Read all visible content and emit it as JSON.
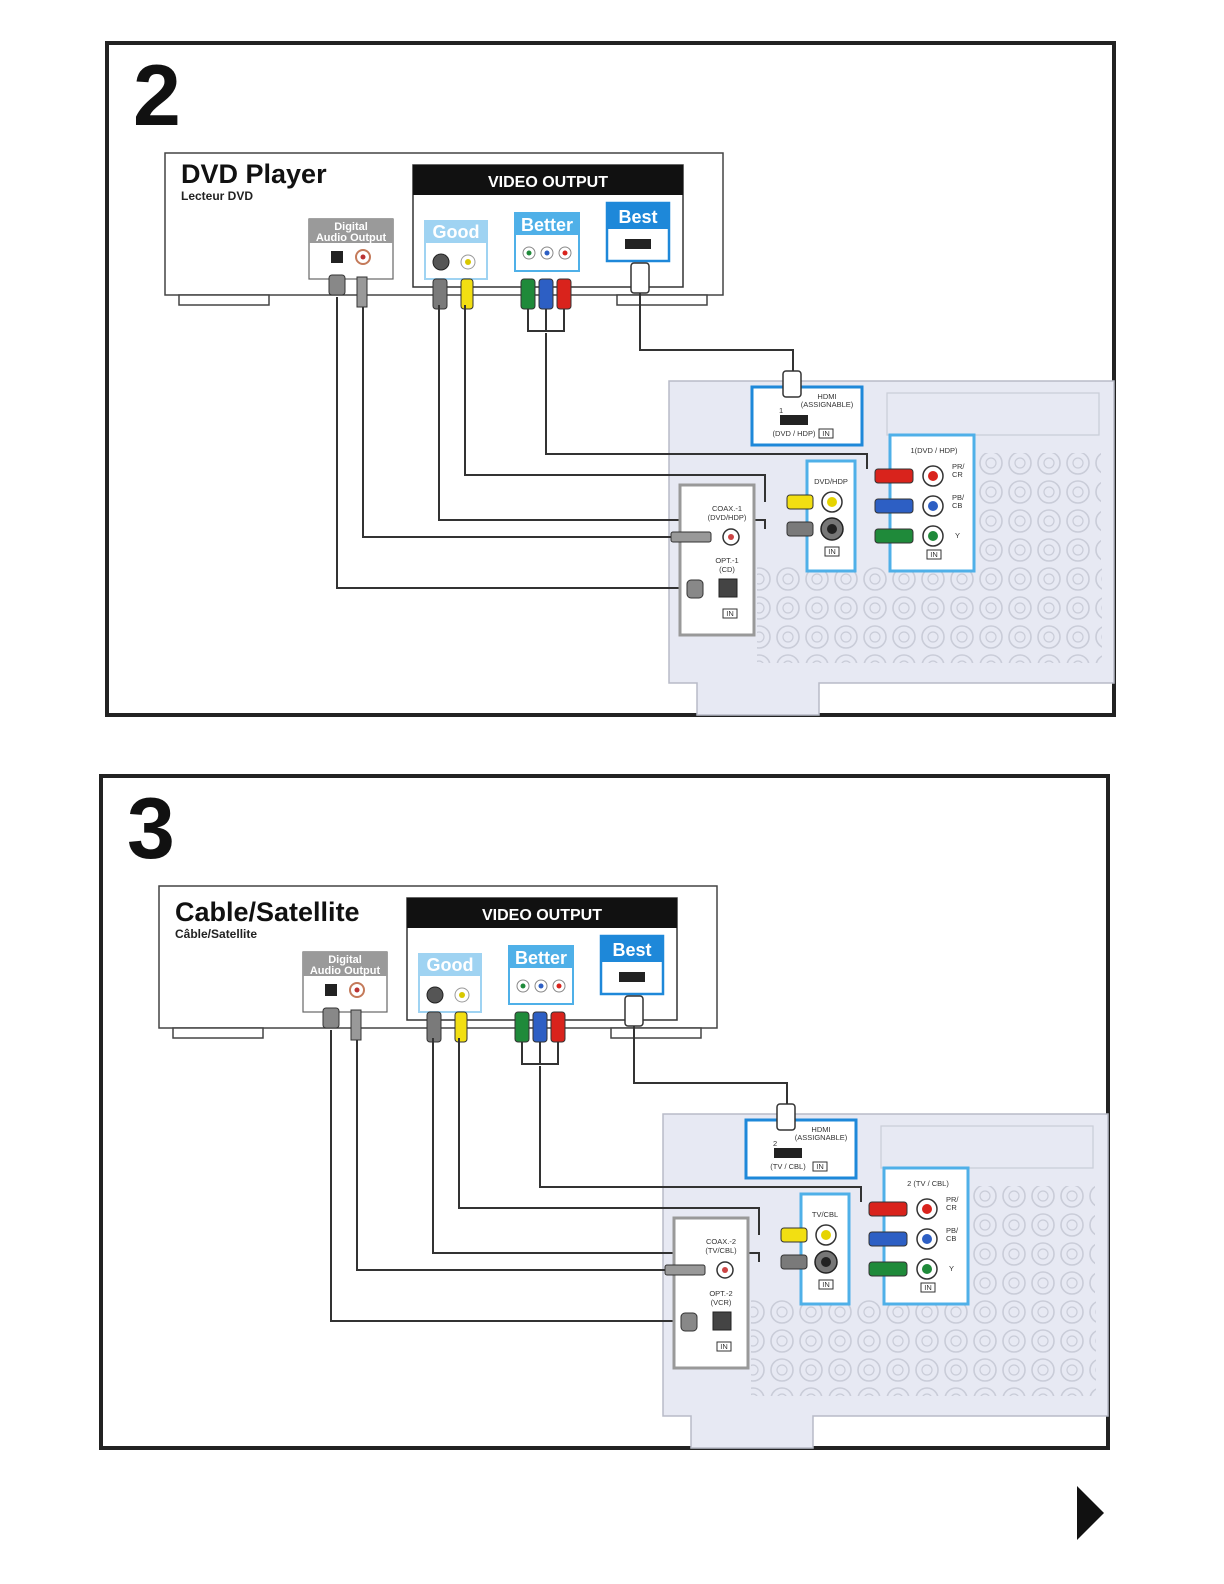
{
  "sections": [
    {
      "step": "2",
      "device_title": "DVD Player",
      "device_subtitle": "Lecteur DVD",
      "video_output_label": "VIDEO OUTPUT",
      "digital_audio_label": "Digital\nAudio Output",
      "badges": {
        "good": "Good",
        "better": "Better",
        "best": "Best"
      },
      "receiver": {
        "hdmi_title": "HDMI",
        "hdmi_sub": "(ASSIGNABLE)",
        "hdmi_num": "1",
        "hdmi_source": "(DVD / HDP)",
        "in": "IN",
        "component_title": "1(DVD / HDP)",
        "pr_label": "PR/\nCR",
        "pb_label": "PB/\nCB",
        "y_label": "Y",
        "video_title": "DVD/HDP",
        "coax_label": "COAX.-1\n(DVD/HDP)",
        "opt_label": "OPT.-1\n(CD)"
      }
    },
    {
      "step": "3",
      "device_title": "Cable/Satellite",
      "device_subtitle": "Câble/Satellite",
      "video_output_label": "VIDEO OUTPUT",
      "digital_audio_label": "Digital\nAudio Output",
      "badges": {
        "good": "Good",
        "better": "Better",
        "best": "Best"
      },
      "receiver": {
        "hdmi_title": "HDMI",
        "hdmi_sub": "(ASSIGNABLE)",
        "hdmi_num": "2",
        "hdmi_source": "(TV / CBL)",
        "in": "IN",
        "component_title": "2 (TV / CBL)",
        "pr_label": "PR/\nCR",
        "pb_label": "PB/\nCB",
        "y_label": "Y",
        "video_title": "TV/CBL",
        "coax_label": "COAX.-2\n(TV/CBL)",
        "opt_label": "OPT.-2\n(VCR)"
      }
    }
  ],
  "colors": {
    "hdmi_blue": "#1e88d9",
    "good_badge": "#9fd3f2",
    "better_badge": "#4fb0e8",
    "best_badge": "#1e88d9",
    "receiver_panel": "#e7e9f3",
    "cable_red": "#d9231c",
    "cable_blue": "#2d5fc4",
    "cable_green": "#1f8a3a",
    "cable_yellow": "#f2df12",
    "cable_gray": "#7a7a7a"
  },
  "icons": [
    "next-arrow-icon",
    "hdmi-port-icon",
    "optical-port-icon",
    "coax-port-icon",
    "s-video-port-icon",
    "rca-jack-icon"
  ]
}
